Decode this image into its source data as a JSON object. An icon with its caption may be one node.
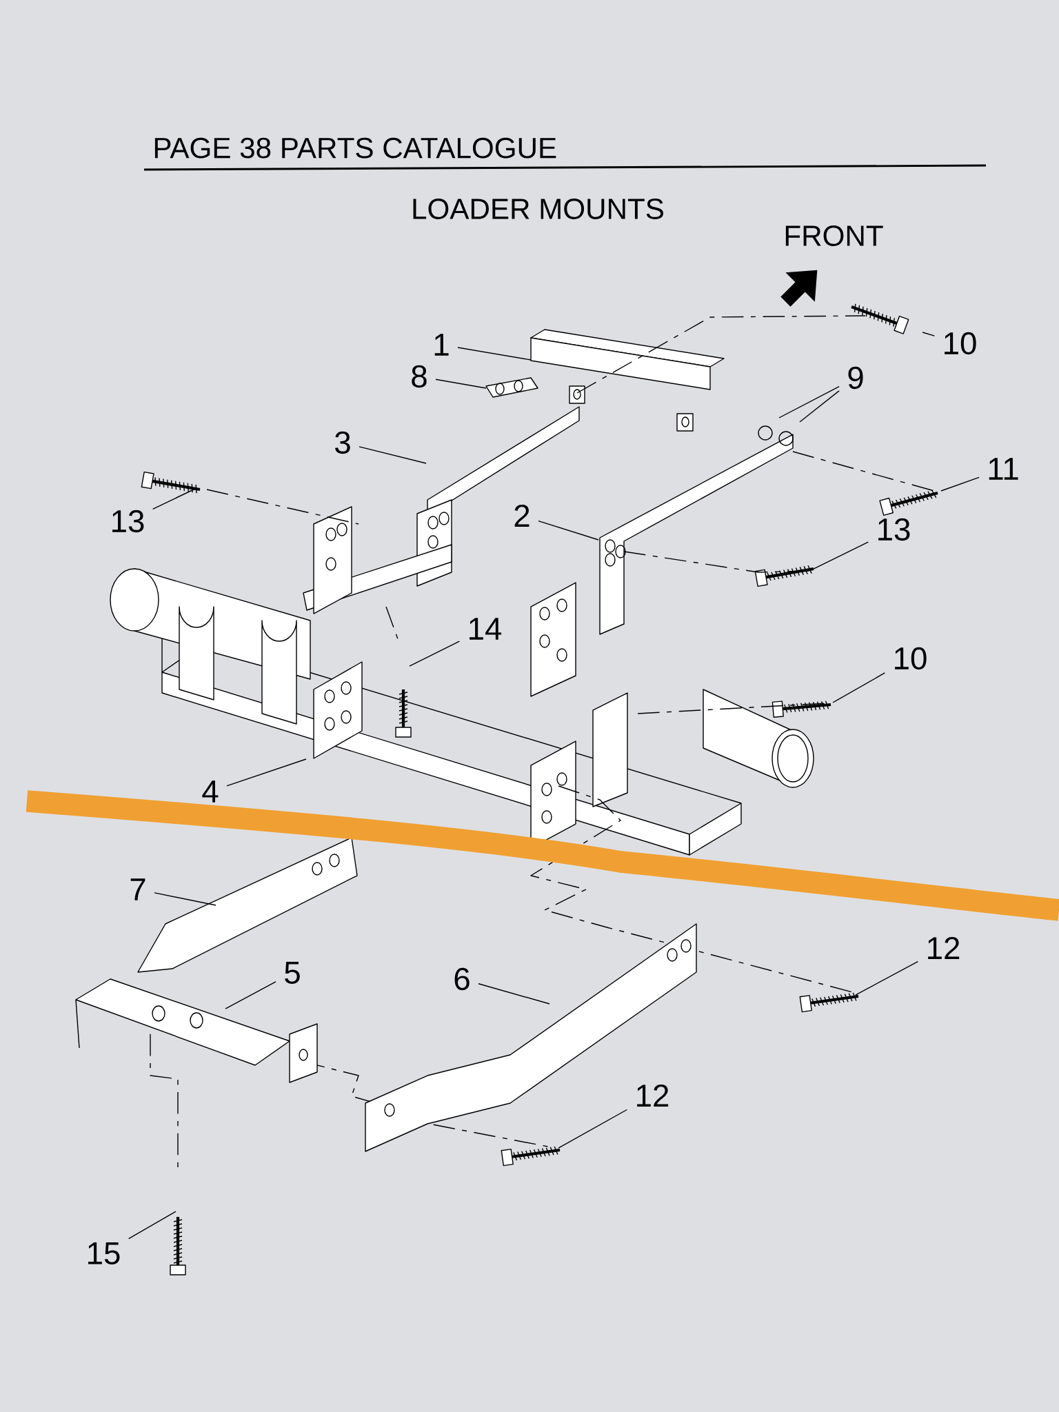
{
  "diagram": {
    "title": "LOADER MOUNTS",
    "nodes": [
      {
        "text": [
          "1"
        ]
      },
      {
        "text": [
          "8"
        ]
      },
      {
        "text": [
          "3"
        ]
      },
      {
        "text": [
          "13"
        ]
      },
      {
        "text": [
          "2"
        ]
      },
      {
        "text": [
          "13"
        ]
      },
      {
        "text": [
          "14"
        ]
      },
      {
        "text": [
          "10"
        ]
      },
      {
        "text": [
          "9"
        ]
      },
      {
        "text": [
          "11"
        ]
      },
      {
        "text": [
          "10"
        ]
      },
      {
        "text": [
          "4"
        ]
      },
      {
        "text": [
          "7"
        ]
      },
      {
        "text": [
          "5"
        ]
      },
      {
        "text": [
          "6"
        ]
      },
      {
        "text": [
          "12"
        ]
      },
      {
        "text": [
          "12"
        ]
      },
      {
        "text": [
          "15"
        ]
      }
    ],
    "edges": [
      {
        "from": 0,
        "to": null,
        "arrow": "none"
      },
      {
        "from": 1,
        "to": null,
        "arrow": "none"
      },
      {
        "from": 2,
        "to": null,
        "arrow": "none"
      },
      {
        "from": 3,
        "to": null,
        "arrow": "none"
      },
      {
        "from": 4,
        "to": null,
        "arrow": "none"
      },
      {
        "from": 5,
        "to": null,
        "arrow": "none"
      },
      {
        "from": 6,
        "to": null,
        "arrow": "none"
      },
      {
        "from": 7,
        "to": null,
        "arrow": "none"
      },
      {
        "from": 8,
        "to": null,
        "arrow": "none"
      },
      {
        "from": 8,
        "to": null,
        "arrow": "none"
      },
      {
        "from": 9,
        "to": null,
        "arrow": "none"
      },
      {
        "from": 10,
        "to": null,
        "arrow": "none"
      },
      {
        "from": 11,
        "to": null,
        "arrow": "none"
      },
      {
        "from": 12,
        "to": null,
        "arrow": "none"
      },
      {
        "from": 13,
        "to": null,
        "arrow": "none"
      },
      {
        "from": 14,
        "to": null,
        "arrow": "none"
      },
      {
        "from": 15,
        "to": null,
        "arrow": "none"
      },
      {
        "from": 16,
        "to": null,
        "arrow": "none"
      },
      {
        "from": 17,
        "to": null,
        "arrow": "none"
      }
    ],
    "labels": [
      "PAGE 38 PARTS CATALOGUE",
      "FRONT"
    ]
  }
}
